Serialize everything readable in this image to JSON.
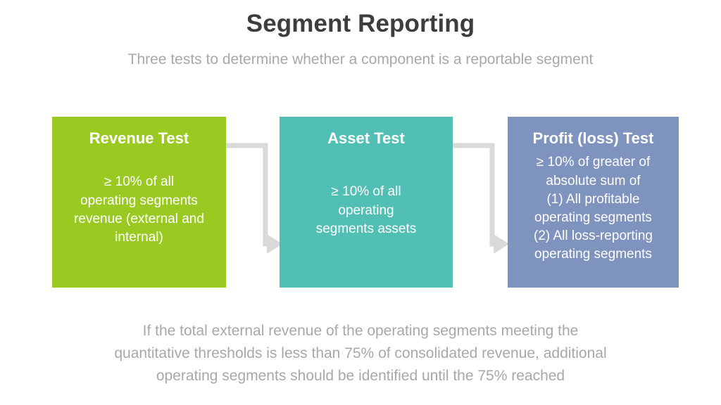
{
  "header": {
    "title": "Segment Reporting",
    "subtitle": "Three tests to determine whether a component is a reportable segment"
  },
  "colors": {
    "revenue_box": "#9ACA22",
    "asset_box": "#52BFB5",
    "profit_box": "#7E93BE",
    "connector": "#d9d9d9",
    "title_text": "#3d3d3d",
    "muted_text": "#a8a8a8",
    "box_text": "#ffffff",
    "background": "#ffffff"
  },
  "diagram": {
    "boxes": [
      {
        "id": "revenue-test",
        "heading": "Revenue Test",
        "body": "≥  10% of all\noperating segments\nrevenue (external and\ninternal)"
      },
      {
        "id": "asset-test",
        "heading": "Asset Test",
        "body": "≥  10% of all\noperating\nsegments assets"
      },
      {
        "id": "profit-loss-test",
        "heading": "Profit (loss) Test",
        "body": "≥  10% of greater of\nabsolute sum of\n(1) All profitable\noperating segments\n(2) All loss-reporting\noperating segments"
      }
    ],
    "connectors": [
      {
        "id": "revenue-to-asset",
        "icon": "elbow-arrow-right-icon"
      },
      {
        "id": "asset-to-profit",
        "icon": "elbow-arrow-right-icon"
      }
    ]
  },
  "footer": {
    "note": "If the total external revenue of the operating segments meeting the\nquantitative thresholds is less than 75% of consolidated revenue, additional\noperating segments should be identified until the 75% reached"
  }
}
